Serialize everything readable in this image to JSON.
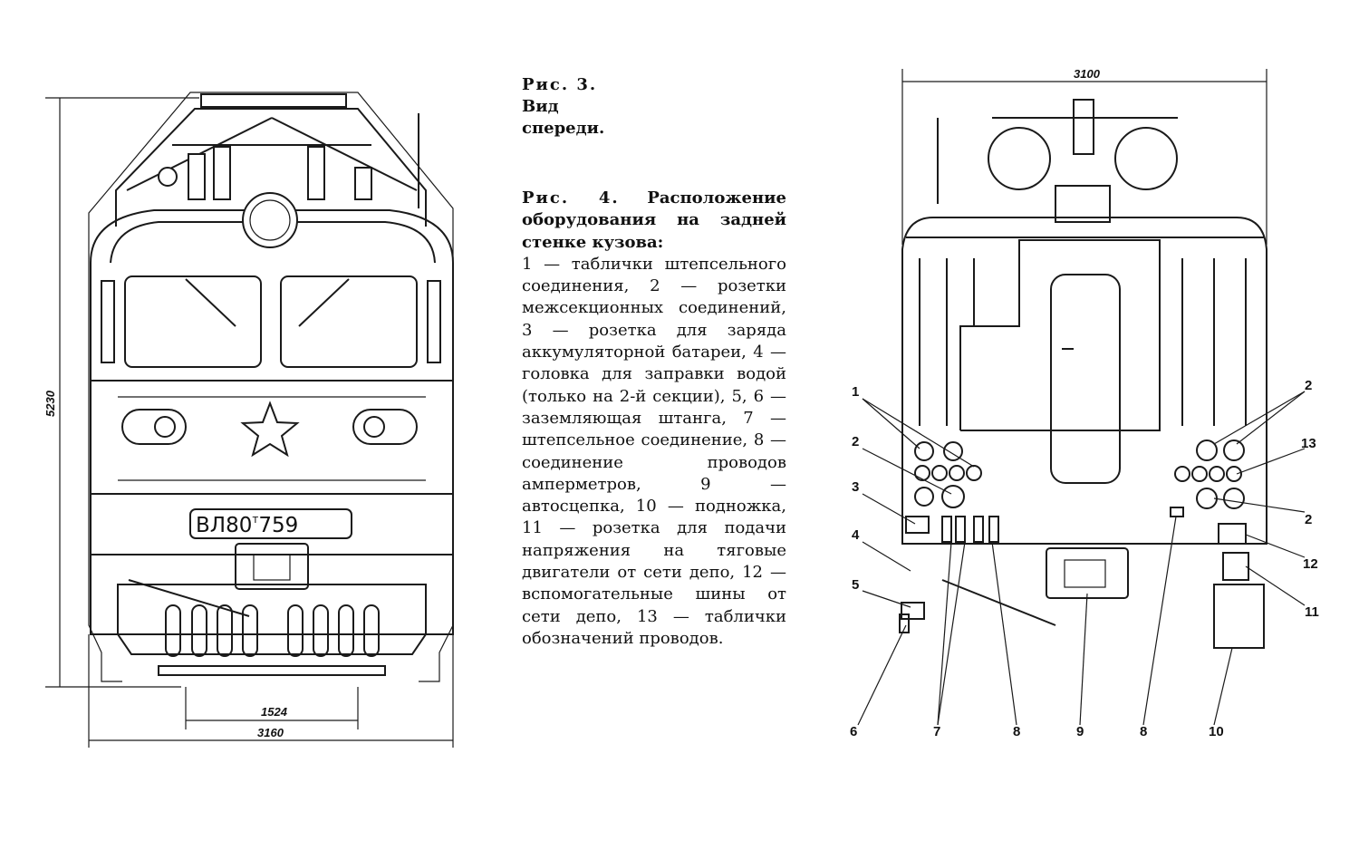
{
  "fig3": {
    "prefix": "Рис. 3.",
    "title_line1": "Вид",
    "title_line2": "спереди."
  },
  "fig4": {
    "prefix": "Рис. 4.",
    "title": "Расположение оборудования на задней стенке кузова:",
    "legend": "1 — таблички штепсельного соединения, 2 — розетки межсекционных соединений, 3 — розетка для заряда аккумуляторной батареи, 4 — головка для заправки водой (только на 2-й секции), 5, 6 — заземляющая штанга, 7 — штепсельное соединение, 8 — соединение проводов амперметров, 9 — автосцепка, 10 — подножка, 11 — розетка для подачи напряжения на тяговые двигатели от сети депо, 12 — вспомогательные шины от сети депо, 13 — таблички обозначений проводов."
  },
  "front_view": {
    "height_dim": "5230",
    "gauge_dim": "1524",
    "width_dim": "3160",
    "plate_text": "ВЛ80",
    "plate_superscript": "т",
    "plate_number": "759"
  },
  "rear_view": {
    "width_dim": "3100",
    "callouts_left": [
      "1",
      "2",
      "3",
      "4",
      "5",
      "6"
    ],
    "callouts_right": [
      "2",
      "13",
      "2",
      "12",
      "11"
    ],
    "callouts_bottom": [
      "7",
      "8",
      "9",
      "8",
      "10"
    ]
  }
}
